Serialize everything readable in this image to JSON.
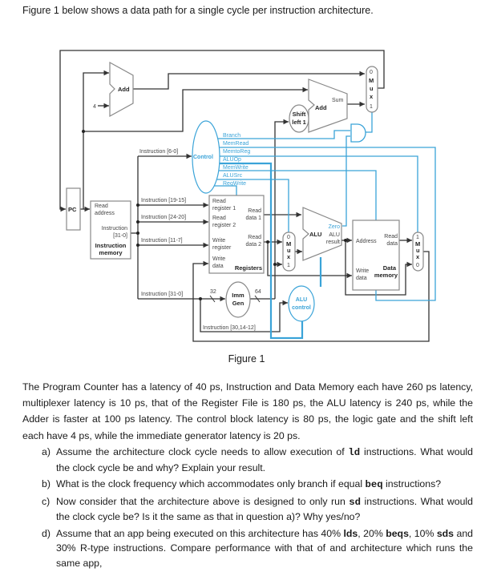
{
  "intro": "Figure 1 below shows a data path for a single cycle per instruction architecture.",
  "diagram": {
    "add1": "Add",
    "four": "4",
    "add2": "Add",
    "sum": "Sum",
    "shift1": "Shift",
    "shift2": "left 1",
    "mux_top": {
      "in0": "0",
      "m": "M",
      "u": "u",
      "x": "x",
      "in1": "1"
    },
    "mux_alu": {
      "in0": "0",
      "m": "M",
      "u": "u",
      "x": "x",
      "in1": "1"
    },
    "mux_mem": {
      "in1": "1",
      "m": "M",
      "u": "u",
      "x": "x",
      "in0": "0"
    },
    "pc": "PC",
    "imem_read1": "Read",
    "imem_read2": "address",
    "imem_instr1": "Instruction",
    "imem_instr2": "[31-0]",
    "imem_name1": "Instruction",
    "imem_name2": "memory",
    "control": "Control",
    "signals": [
      "Branch",
      "MemRead",
      "MemtoReg",
      "ALUOp",
      "MemWrite",
      "ALUSrc",
      "RegWrite"
    ],
    "instr_6_0": "Instruction [6-0]",
    "instr_19_15": "Instruction [19-15]",
    "instr_24_20": "Instruction [24-20]",
    "instr_11_7": "Instruction [11-7]",
    "instr_31_0": "Instruction [31-0]",
    "instr_30": "Instruction [30,14-12]",
    "reg": {
      "rr1a": "Read",
      "rr1b": "register 1",
      "rr2a": "Read",
      "rr2b": "register 2",
      "wra": "Write",
      "wrb": "register",
      "wda": "Write",
      "wdb": "data",
      "rd1a": "Read",
      "rd1b": "data 1",
      "rd2a": "Read",
      "rd2b": "data 2",
      "name": "Registers"
    },
    "imm_a": "Imm",
    "imm_b": "Gen",
    "bits32": "32",
    "bits64": "64",
    "alu": "ALU",
    "zero": "Zero",
    "alu_result_a": "ALU",
    "alu_result_b": "result",
    "alu_ctrl_a": "ALU",
    "alu_ctrl_b": "control",
    "dmem": {
      "address": "Address",
      "rda": "Read",
      "rdb": "data",
      "wda": "Write",
      "wdb": "data",
      "name1": "Data",
      "name2": "memory"
    },
    "colors": {
      "control": "#3aa3d8",
      "datapath": "#333333"
    }
  },
  "caption": "Figure 1",
  "paragraph": "The Program Counter has a latency of 40 ps, Instruction and Data Memory each have 260 ps latency, multiplexer latency is 10 ps, that of the Register File is 180 ps, the ALU latency is 240 ps, while the Adder is faster at 100 ps latency. The control block latency is 80 ps, the logic gate and the shift left each have 4 ps, while the immediate generator latency is 20 ps.",
  "questions": [
    {
      "marker": "a)",
      "pre": "Assume the architecture clock cycle needs to allow execution of ",
      "code": "ld",
      "post": " instructions. What would the clock cycle be and why? Explain your result."
    },
    {
      "marker": "b)",
      "pre": "What is the clock frequency which accommodates only branch if equal ",
      "code": "beq",
      "post": " instructions?"
    },
    {
      "marker": "c)",
      "pre": "Now consider that the architecture above is designed to only run ",
      "code": "sd",
      "post": " instructions. What would the clock cycle be? Is it the same as that in question a)? Why yes/no?"
    },
    {
      "marker": "d)",
      "pre": "Assume that an app being executed on this architecture has 40% ",
      "b1": "lds",
      "mid1": ", 20% ",
      "b2": "beqs",
      "mid2": ", 10% ",
      "b3": "sds",
      "post": " and 30% R-type instructions.  Compare performance with that of and architecture which runs the same app,"
    }
  ]
}
